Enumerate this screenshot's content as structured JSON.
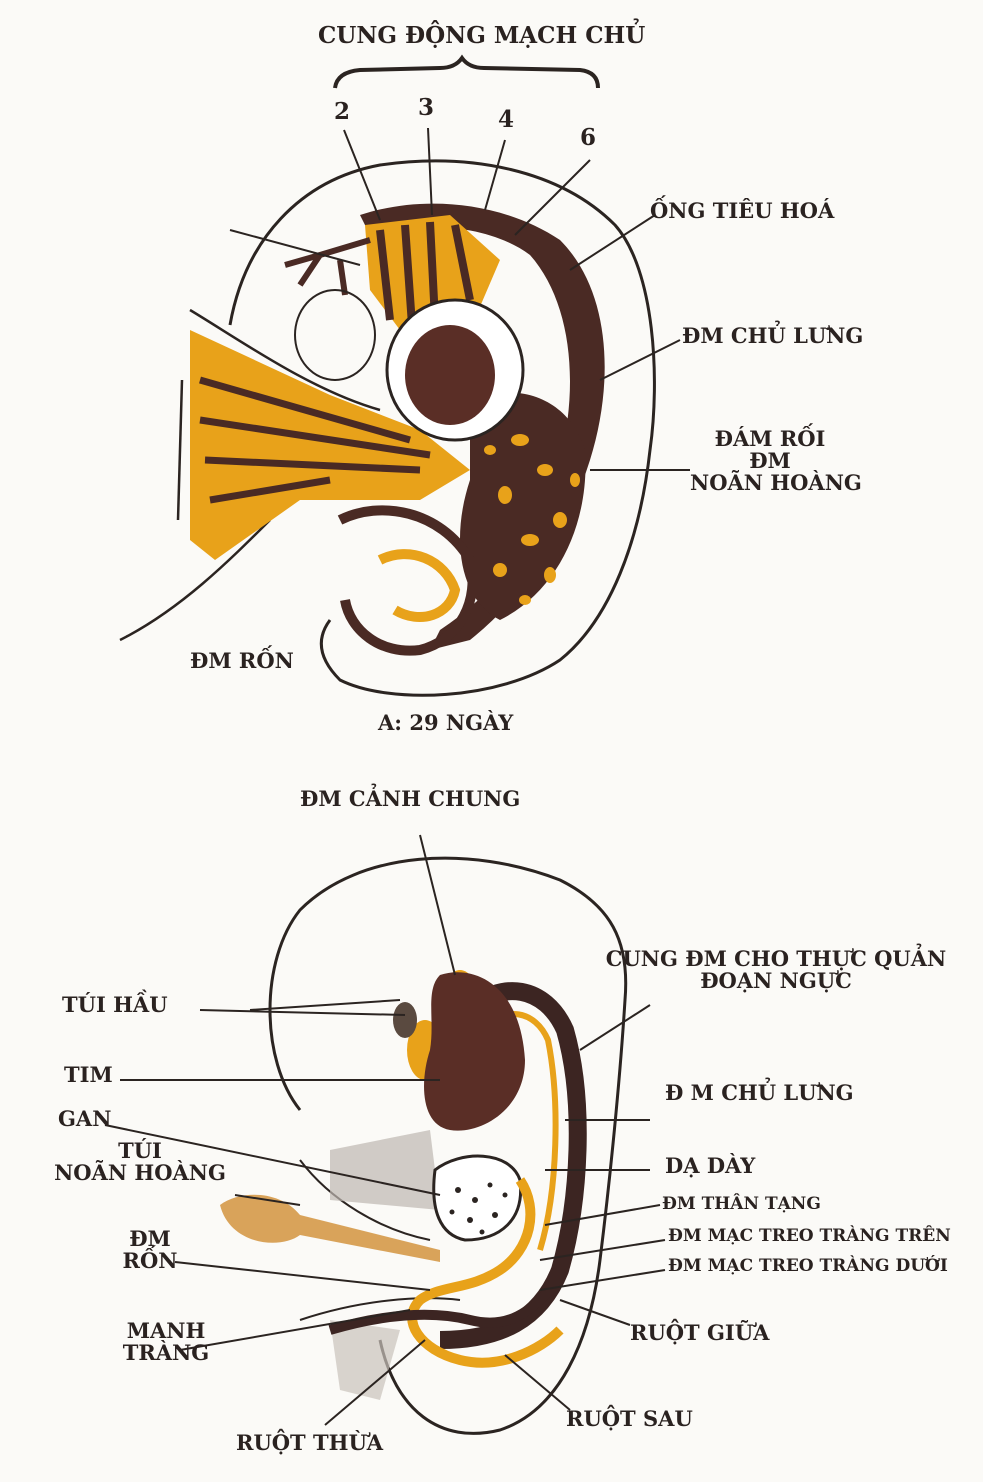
{
  "colors": {
    "artery": "#4a2a24",
    "vitelline": "#e8a21a",
    "heart": "#5a2e26",
    "outline": "#2b2421",
    "background": "#fbfaf7"
  },
  "figure_a": {
    "arch_title": "CUNG ĐỘNG MẠCH CHỦ",
    "arch_numbers": [
      "2",
      "3",
      "4",
      "6"
    ],
    "gut_tube": "ỐNG TIÊU HOÁ",
    "dorsal_aorta": "ĐM CHỦ LƯNG",
    "vitelline_plexus": [
      "ĐÁM RỐI",
      "ĐM",
      "NOÃN HOÀNG"
    ],
    "umbilical_artery": "ĐM RỐN",
    "caption": "A: 29 NGÀY"
  },
  "figure_b": {
    "common_carotid": "ĐM CẢNH CHUNG",
    "pharyngeal_pouch": "TÚI HẦU",
    "heart": "TIM",
    "liver": "GAN",
    "yolk_sac": [
      "TÚI",
      "NOÃN HOÀNG"
    ],
    "umbilical_artery": [
      "ĐM",
      "RỐN"
    ],
    "cecum": [
      "MANH",
      "TRÀNG"
    ],
    "esophagus_arch": [
      "CUNG ĐM CHO THỰC QUẢN",
      "ĐOẠN NGỰC"
    ],
    "dorsal_aorta": "Đ M CHỦ LƯNG",
    "stomach": "DẠ DÀY",
    "celiac": "ĐM THÂN TẠNG",
    "sup_mesenteric": "ĐM MẠC TREO TRÀNG TRÊN",
    "inf_mesenteric": "ĐM MẠC TREO TRÀNG DƯỚI",
    "midgut": "RUỘT GIỮA",
    "hindgut": "RUỘT SAU",
    "appendix": "RUỘT THỪA"
  }
}
